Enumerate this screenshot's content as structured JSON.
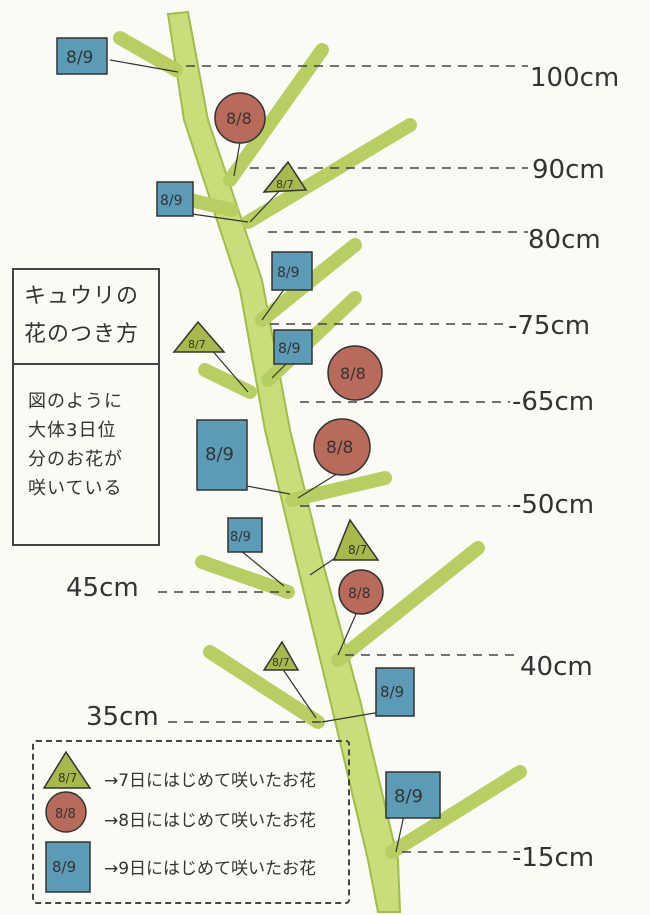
{
  "title_box": {
    "title_line1": "キュウリの",
    "title_line2": "花のつき方",
    "desc_lines": [
      "図のように",
      "大体3日位",
      "分のお花が",
      "咲いている"
    ]
  },
  "heights": {
    "h100": "100cm",
    "h90": "90cm",
    "h80": "80cm",
    "h75": "-75cm",
    "h65": "-65cm",
    "h50": "-50cm",
    "h45": "45cm",
    "h40": "40cm",
    "h35": "35cm",
    "h15": "-15cm"
  },
  "flower_labels": {
    "aug7": "8/7",
    "aug8": "8/8",
    "aug9": "8/9"
  },
  "legend": {
    "row7": "→7日にはじめて咲いたお花",
    "row8": "→8日にはじめて咲いたお花",
    "row9": "→9日にはじめて咲いたお花"
  },
  "colors": {
    "stem": "#c9dd7a",
    "stem_edge": "#9fbd4a",
    "aug7_fill": "#a8b84a",
    "aug8_fill": "#b86b5a",
    "aug9_fill": "#5b9bb5",
    "ink": "#333333"
  },
  "icons": {
    "aug7": "green-triangle-icon",
    "aug8": "red-circle-icon",
    "aug9": "blue-square-icon"
  }
}
